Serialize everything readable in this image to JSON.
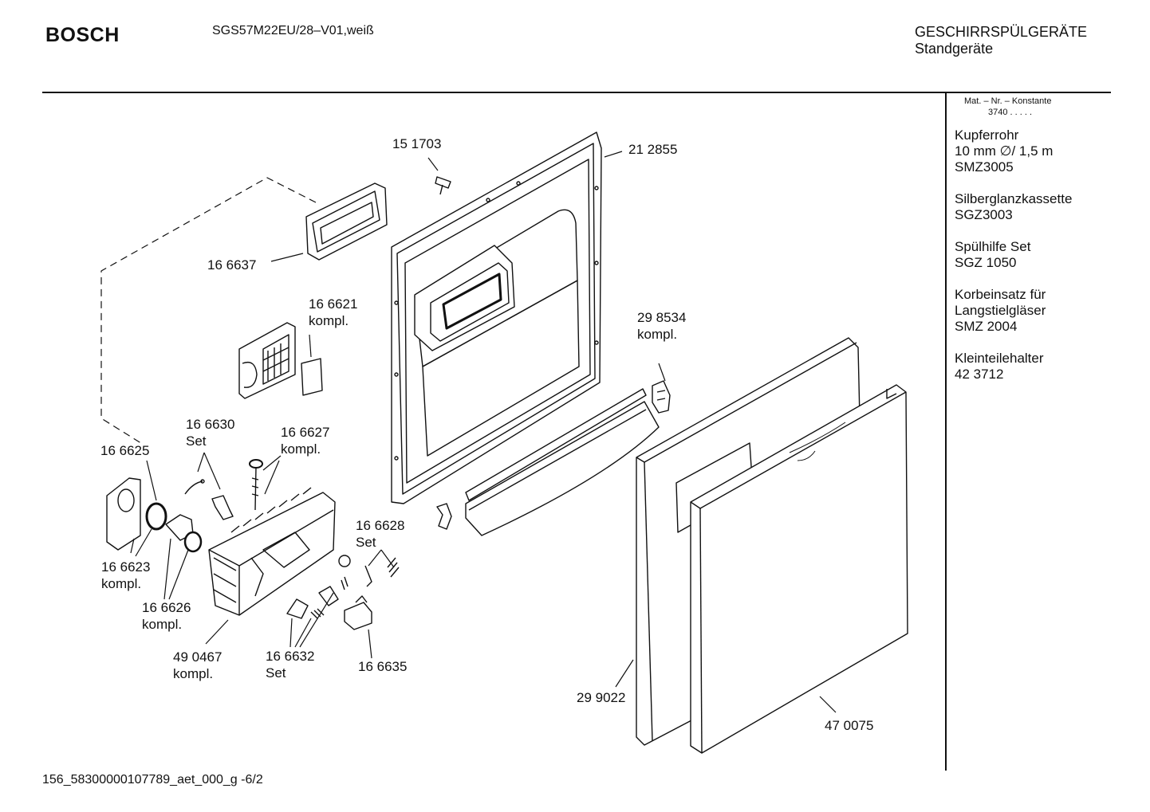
{
  "header": {
    "brand": "BOSCH",
    "model": "SGS57M22EU/28–V01,weiß",
    "category_line1": "GESCHIRRSPÜLGERÄTE",
    "category_line2": "Standgeräte"
  },
  "sidebar": {
    "header_label": "Mat. – Nr. – Konstante",
    "header_value": "3740  .   .   .   .   .",
    "items": [
      {
        "lines": [
          "Kupferrohr",
          "10 mm ∅/ 1,5 m",
          "SMZ3005"
        ]
      },
      {
        "lines": [
          "Silberglanzkassette",
          "SGZ3003"
        ]
      },
      {
        "lines": [
          "Spülhilfe Set",
          "SGZ 1050"
        ]
      },
      {
        "lines": [
          "Korbeinsatz für",
          "Langstielgläser",
          "SMZ 2004"
        ]
      },
      {
        "lines": [
          "Kleinteilehalter",
          "42 3712"
        ]
      }
    ]
  },
  "parts": [
    {
      "id": "p151703",
      "number": "15 1703",
      "note": ""
    },
    {
      "id": "p212855",
      "number": "21 2855",
      "note": ""
    },
    {
      "id": "p166637",
      "number": "16 6637",
      "note": ""
    },
    {
      "id": "p166621",
      "number": "16 6621",
      "note": "kompl."
    },
    {
      "id": "p298534",
      "number": "29 8534",
      "note": "kompl."
    },
    {
      "id": "p166630",
      "number": "16 6630",
      "note": "Set"
    },
    {
      "id": "p166627",
      "number": "16 6627",
      "note": "kompl."
    },
    {
      "id": "p166625",
      "number": "16 6625",
      "note": ""
    },
    {
      "id": "p166628",
      "number": "16 6628",
      "note": "Set"
    },
    {
      "id": "p166623",
      "number": "16 6623",
      "note": "kompl."
    },
    {
      "id": "p166626",
      "number": "16 6626",
      "note": "kompl."
    },
    {
      "id": "p490467",
      "number": "49 0467",
      "note": "kompl."
    },
    {
      "id": "p166632",
      "number": "16 6632",
      "note": "Set"
    },
    {
      "id": "p166635",
      "number": "16 6635",
      "note": ""
    },
    {
      "id": "p299022",
      "number": "29 9022",
      "note": ""
    },
    {
      "id": "p470075",
      "number": "47 0075",
      "note": ""
    }
  ],
  "footer": {
    "doc_code": "156_58300000107789_aet_000_g -6/2"
  }
}
